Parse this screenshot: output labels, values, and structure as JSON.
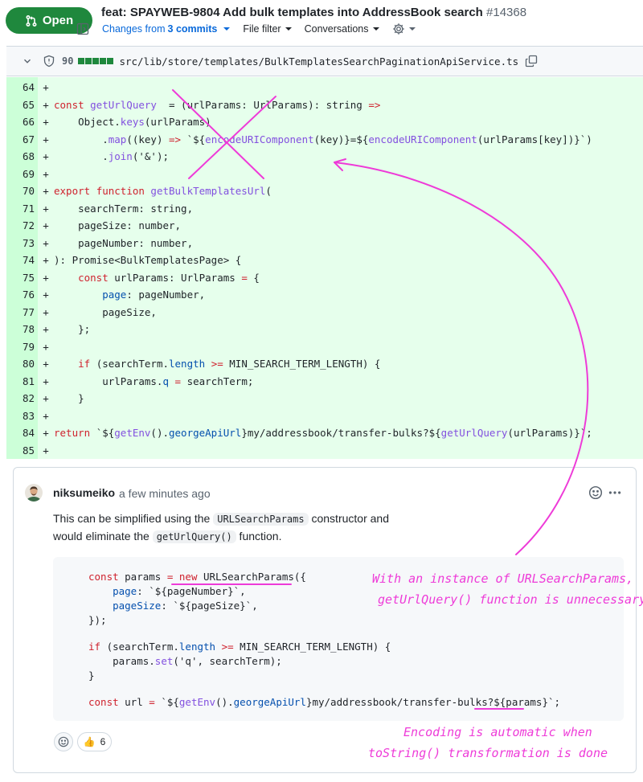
{
  "header": {
    "status_label": "Open",
    "title": "feat: SPAYWEB-9804 Add bulk templates into AddressBook search",
    "number": "#14368",
    "toolbar": {
      "changes_prefix": "Changes from",
      "changes_count": "3 commits",
      "file_filter": "File filter",
      "conversations": "Conversations"
    }
  },
  "file": {
    "diff_count": "90",
    "path": "src/lib/store/templates/BulkTemplatesSearchPaginationApiService.ts"
  },
  "diff_lines": [
    {
      "n": "64",
      "m": "+"
    },
    {
      "n": "65",
      "m": "+"
    },
    {
      "n": "66",
      "m": "+"
    },
    {
      "n": "67",
      "m": "+"
    },
    {
      "n": "68",
      "m": "+"
    },
    {
      "n": "69",
      "m": "+"
    },
    {
      "n": "70",
      "m": "+"
    },
    {
      "n": "71",
      "m": "+"
    },
    {
      "n": "72",
      "m": "+"
    },
    {
      "n": "73",
      "m": "+"
    },
    {
      "n": "74",
      "m": "+"
    },
    {
      "n": "75",
      "m": "+"
    },
    {
      "n": "76",
      "m": "+"
    },
    {
      "n": "77",
      "m": "+"
    },
    {
      "n": "78",
      "m": "+"
    },
    {
      "n": "79",
      "m": "+"
    },
    {
      "n": "80",
      "m": "+"
    },
    {
      "n": "81",
      "m": "+"
    },
    {
      "n": "82",
      "m": "+"
    },
    {
      "n": "83",
      "m": "+"
    },
    {
      "n": "84",
      "m": "+"
    },
    {
      "n": "85",
      "m": "+"
    }
  ],
  "diff_code": {
    "l65": [
      [
        "k",
        "const "
      ],
      [
        "f",
        "getUrlQuery"
      ],
      [
        "",
        "  = (urlParams: UrlParams): string "
      ],
      [
        "k",
        "=>"
      ]
    ],
    "l66": [
      [
        "",
        "    Object."
      ],
      [
        "f",
        "keys"
      ],
      [
        "",
        "(urlParams)"
      ]
    ],
    "l67": [
      [
        "",
        "        ."
      ],
      [
        "f",
        "map"
      ],
      [
        "",
        "((key) "
      ],
      [
        "k",
        "=>"
      ],
      [
        "",
        " `${"
      ],
      [
        "f",
        "encodeURIComponent"
      ],
      [
        "",
        "(key)}=${"
      ],
      [
        "f",
        "encodeURIComponent"
      ],
      [
        "",
        "(urlParams[key])}`)"
      ]
    ],
    "l68": [
      [
        "",
        "        ."
      ],
      [
        "f",
        "join"
      ],
      [
        "",
        "('&');"
      ]
    ],
    "l70": [
      [
        "k",
        "export "
      ],
      [
        "k",
        "function "
      ],
      [
        "f",
        "getBulkTemplatesUrl"
      ],
      [
        "",
        "("
      ]
    ],
    "l71": [
      [
        "",
        "    searchTerm: string,"
      ]
    ],
    "l72": [
      [
        "",
        "    pageSize: number,"
      ]
    ],
    "l73": [
      [
        "",
        "    pageNumber: number,"
      ]
    ],
    "l74": [
      [
        "",
        "): Promise<BulkTemplatesPage> {"
      ]
    ],
    "l75": [
      [
        "",
        "    "
      ],
      [
        "k",
        "const "
      ],
      [
        "",
        "urlParams: UrlParams "
      ],
      [
        "k",
        "="
      ],
      [
        "",
        " {"
      ]
    ],
    "l76": [
      [
        "",
        "        "
      ],
      [
        "p",
        "page"
      ],
      [
        "",
        ": pageNumber,"
      ]
    ],
    "l77": [
      [
        "",
        "        pageSize,"
      ]
    ],
    "l78": [
      [
        "",
        "    };"
      ]
    ],
    "l80": [
      [
        "",
        "    "
      ],
      [
        "k",
        "if "
      ],
      [
        "",
        "(searchTerm."
      ],
      [
        "p",
        "length"
      ],
      [
        "",
        " "
      ],
      [
        "k",
        ">="
      ],
      [
        "",
        " MIN_SEARCH_TERM_LENGTH) {"
      ]
    ],
    "l81": [
      [
        "",
        "        urlParams."
      ],
      [
        "p",
        "q"
      ],
      [
        "",
        " "
      ],
      [
        "k",
        "="
      ],
      [
        "",
        " searchTerm;"
      ]
    ],
    "l82": [
      [
        "",
        "    }"
      ]
    ],
    "l84": [
      [
        "k",
        "return "
      ],
      [
        "",
        "`${"
      ],
      [
        "f",
        "getEnv"
      ],
      [
        "",
        "()."
      ],
      [
        "p",
        "georgeApiUrl"
      ],
      [
        "",
        "}my/addressbook/transfer-bulks?${"
      ],
      [
        "f",
        "getUrlQuery"
      ],
      [
        "",
        "(urlParams)}`;"
      ]
    ]
  },
  "comment": {
    "author": "niksumeiko",
    "timestamp": "a few minutes ago",
    "body_part1": "This can be simplified using the ",
    "body_code1": "URLSearchParams",
    "body_part2": " constructor and",
    "body_part3": "would eliminate the ",
    "body_code2": "getUrlQuery()",
    "body_part4": " function.",
    "reaction_count": "6",
    "reaction_emoji": "👍"
  },
  "snippet": {
    "c1": [
      [
        "k",
        "const "
      ],
      [
        "",
        "params "
      ],
      [
        "k",
        "= new "
      ],
      [
        "",
        "URLSearchParams({"
      ]
    ],
    "c2": [
      [
        "",
        "    "
      ],
      [
        "p",
        "page"
      ],
      [
        "",
        ": `${pageNumber}`,"
      ]
    ],
    "c3": [
      [
        "",
        "    "
      ],
      [
        "p",
        "pageSize"
      ],
      [
        "",
        ": `${pageSize}`,"
      ]
    ],
    "c4": [
      [
        "",
        "});"
      ]
    ],
    "c5": [
      [
        "k",
        "if "
      ],
      [
        "",
        "(searchTerm."
      ],
      [
        "p",
        "length"
      ],
      [
        "",
        " "
      ],
      [
        "k",
        ">="
      ],
      [
        "",
        " MIN_SEARCH_TERM_LENGTH) {"
      ]
    ],
    "c6": [
      [
        "",
        "    params."
      ],
      [
        "f",
        "set"
      ],
      [
        "",
        "('q', searchTerm);"
      ]
    ],
    "c7": [
      [
        "",
        "}"
      ]
    ],
    "c8": [
      [
        "k",
        "const "
      ],
      [
        "",
        "url "
      ],
      [
        "k",
        "="
      ],
      [
        "",
        " `${"
      ],
      [
        "f",
        "getEnv"
      ],
      [
        "",
        "()."
      ],
      [
        "p",
        "georgeApiUrl"
      ],
      [
        "",
        "}my/addressbook/transfer-bulks?${params}`;"
      ]
    ]
  },
  "annotations": {
    "note1_line1": "With an instance of URLSearchParams,",
    "note1_line2": "getUrlQuery() function is unnecessary",
    "note2_line1": "Encoding is automatic when",
    "note2_line2": "toString() transformation is done",
    "ink_color": "#ee3bd8"
  }
}
